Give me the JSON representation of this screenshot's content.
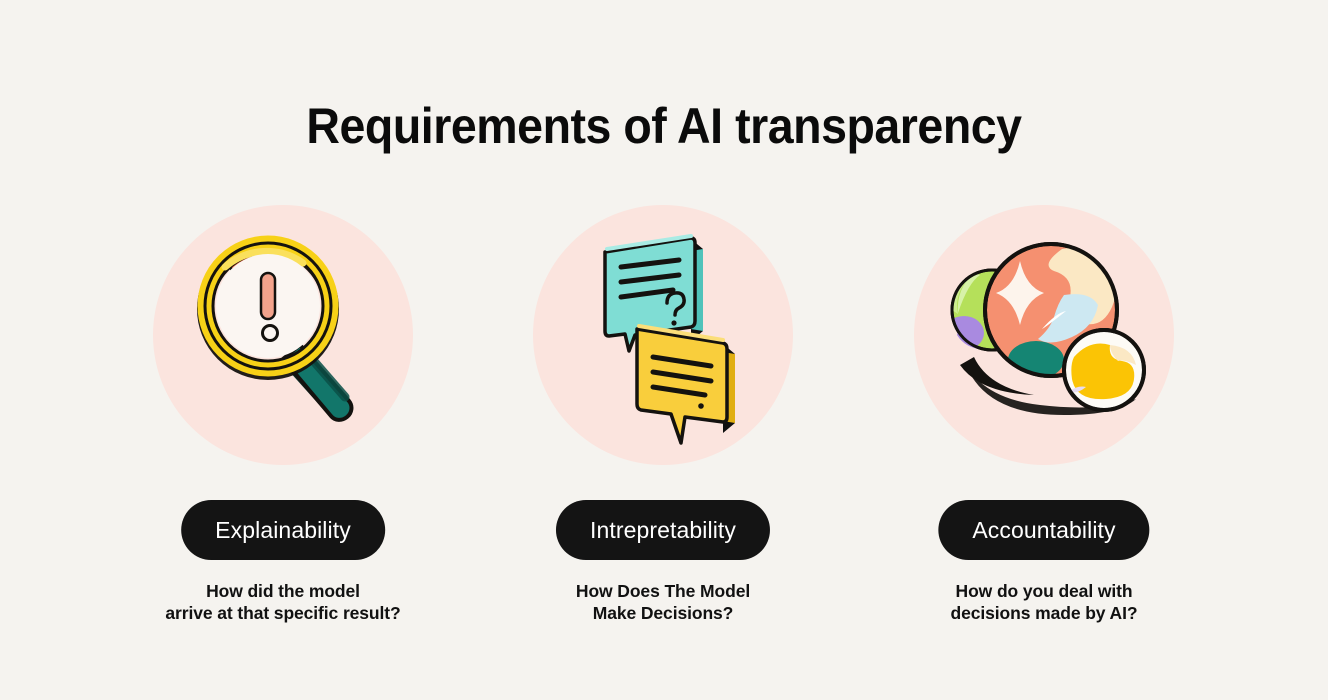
{
  "page": {
    "title": "Requirements of AI transparency",
    "background_color": "#F5F3EF",
    "circle_color": "#FBE4DE",
    "pill_color": "#141414",
    "pill_text_color": "#FFFFFF",
    "text_color": "#0B0B0B"
  },
  "columns": [
    {
      "icon": "magnifying-glass-exclamation-icon",
      "pill_label": "Explainability",
      "caption": "How did the model\narrive at that specific result?",
      "icon_colors": {
        "ring": "#F7D117",
        "ring_light": "#FAE05C",
        "handle": "#12766A",
        "handle_dark": "#0A5047",
        "mark": "#F3A38C",
        "dot": "#F06A48",
        "lens": "#FBF6F2",
        "outline": "#14120F"
      }
    },
    {
      "icon": "speech-bubbles-icon",
      "pill_label": "Intrepretability",
      "caption": "How Does The Model\nMake Decisions?",
      "icon_colors": {
        "teal": "#7FDDD4",
        "teal_dark": "#4FC3BA",
        "yellow": "#F9CE3C",
        "yellow_dark": "#E0AE12",
        "outline": "#14120F"
      }
    },
    {
      "icon": "planets-spheres-icon",
      "pill_label": "Accountability",
      "caption": "How do you deal with\ndecisions made by AI?",
      "icon_colors": {
        "coral": "#F59070",
        "cream": "#FBE8C4",
        "light_blue": "#CDE8F2",
        "teal_patch": "#158573",
        "green": "#B5E05A",
        "purple": "#A98AE0",
        "gold": "#FBC405",
        "white": "#FDFBF6",
        "shadow": "#14120F",
        "outline": "#14120F"
      }
    }
  ]
}
